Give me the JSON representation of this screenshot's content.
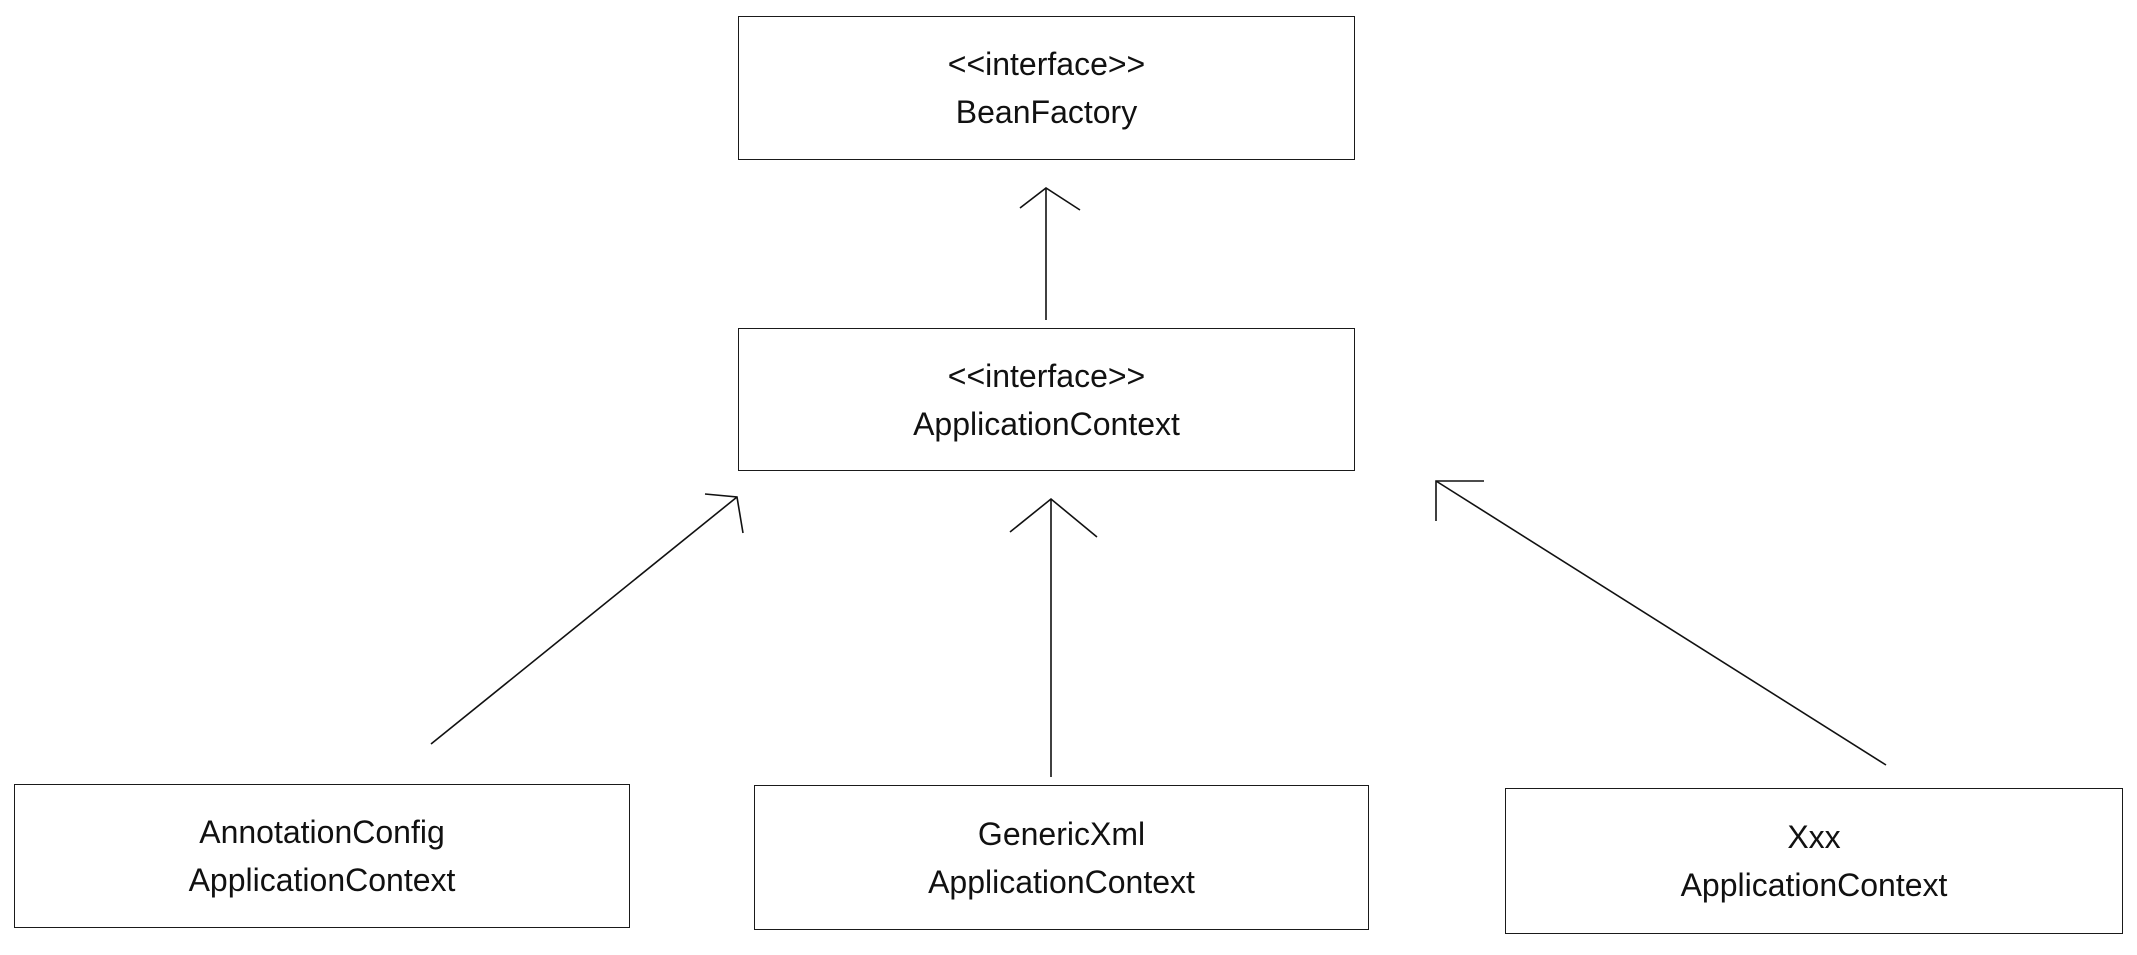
{
  "diagram": {
    "beanfactory": {
      "stereotype": "<<interface>>",
      "name": "BeanFactory"
    },
    "applicationcontext": {
      "stereotype": "<<interface>>",
      "name": "ApplicationContext"
    },
    "annotation_config": {
      "line1": "AnnotationConfig",
      "line2": "ApplicationContext"
    },
    "generic_xml": {
      "line1": "GenericXml",
      "line2": "ApplicationContext"
    },
    "xxx": {
      "line1": "Xxx",
      "line2": "ApplicationContext"
    },
    "edges": [
      {
        "from": "ApplicationContext",
        "to": "BeanFactory",
        "kind": "inheritance"
      },
      {
        "from": "AnnotationConfig ApplicationContext",
        "to": "ApplicationContext",
        "kind": "inheritance"
      },
      {
        "from": "GenericXml ApplicationContext",
        "to": "ApplicationContext",
        "kind": "inheritance"
      },
      {
        "from": "Xxx ApplicationContext",
        "to": "ApplicationContext",
        "kind": "inheritance"
      }
    ]
  }
}
